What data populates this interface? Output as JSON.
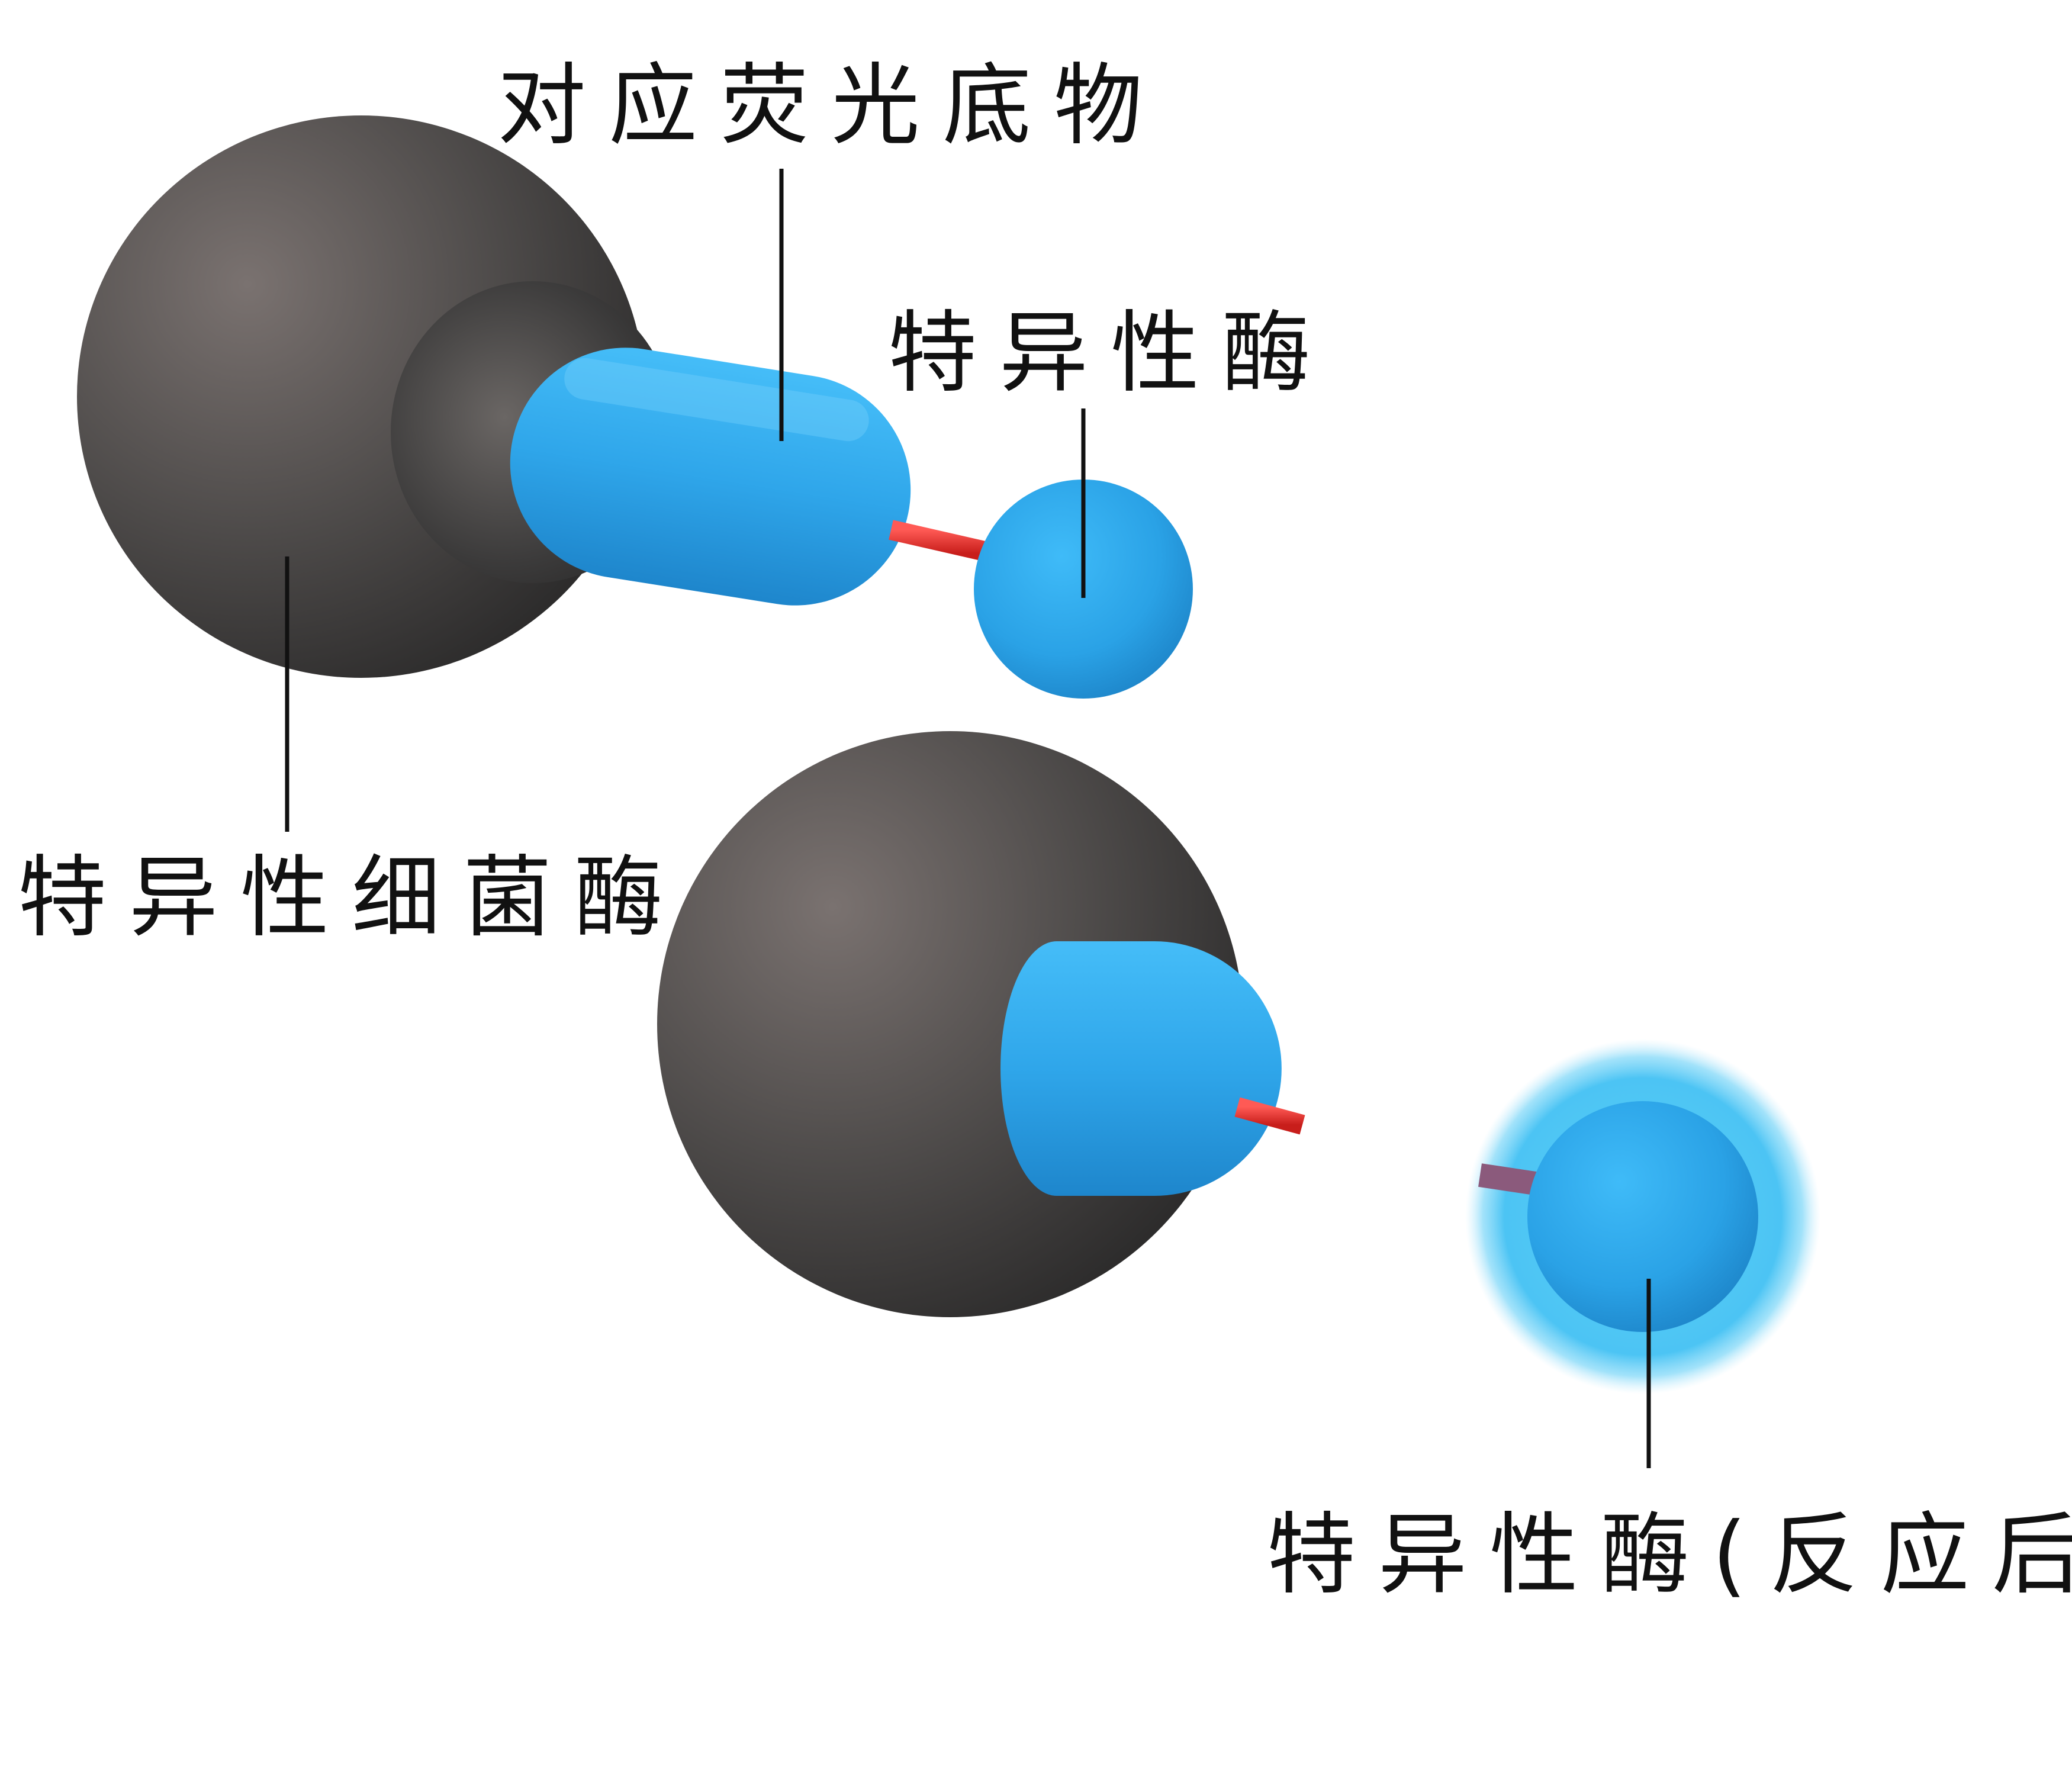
{
  "labels": {
    "substrate": "对应荧光底物",
    "enzyme": "特异性酶",
    "bacterial_enzyme": "特异性细菌酶",
    "enzyme_after": "特异性酶(反应后)"
  },
  "colors": {
    "bacteria_gray": "#4a4848",
    "substrate_blue": "#2fa8ec",
    "enzyme_blue": "#29a6e8",
    "bond_red": "#e8312d",
    "glow_blue": "#4cc8f6",
    "line_black": "#111111"
  }
}
